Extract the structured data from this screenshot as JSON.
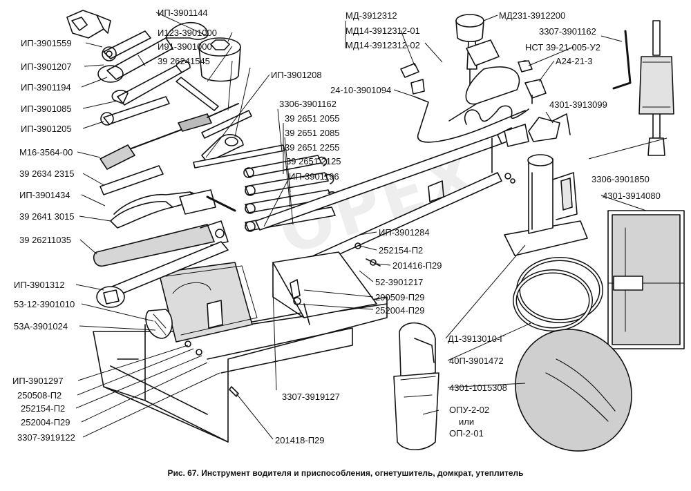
{
  "caption": "Рис. 67. Инструмент водителя и приспособления, огнетушитель, домкрат, утеплитель",
  "watermark": "OPEX",
  "labels": {
    "ip3901559": "ИП-3901559",
    "ip3901207": "ИП-3901207",
    "ip3901194": "ИП-3901194",
    "ip3901085": "ИП-3901085",
    "ip3901205": "ИП-3901205",
    "m16": "М16-3564-00",
    "p392634": "39 2634 2315",
    "ip3901434": "ИП-3901434",
    "p392641": "39 2641 3015",
    "p392621": "39 26211035",
    "ip3901312": "ИП-3901312",
    "p5312": "53-12-3901010",
    "p53a": "53А-3901024",
    "ip3901297": "ИП-3901297",
    "p250508": "250508-П2",
    "p252154a": "252154-П2",
    "p252004a": "252004-П29",
    "p3307122": "3307-3919122",
    "ip3901144": "ИП-3901144",
    "i123": "И123-3901000",
    "i91": "И91-3901000",
    "p3926241": "39 26241545",
    "ip3901208": "ИП-3901208",
    "p3306162": "3306-3901162",
    "p39265055": "39 2651 2055",
    "p39265085": "39 2651 2085",
    "p39265255": "39 2651 2255",
    "p39265125": "39 2651 2125",
    "ip3901196": "ИП-3901196",
    "md3912312": "МД-3912312",
    "md14a": "МД14-3912312-01",
    "md14b": "МД14-3912312-02",
    "p2410": "24-10-3901094",
    "md231": "МД231-3912200",
    "p3307162": "3307-3901162",
    "nst": "НСТ 39-21-005-У2",
    "a24": "А24-21-3",
    "p4301099": "4301-3913099",
    "p3306850": "3306-3901850",
    "p4301080": "4301-3914080",
    "ip3901284": "ИП-3901284",
    "p252154b": "252154-П2",
    "p201416": "201416-П29",
    "p523901217": "52-3901217",
    "p290509": "290509-П29",
    "p252004b": "252004-П29",
    "d1": "Д1-3913010-Г",
    "p40p": "40П-3901472",
    "p4301308": "4301-1015308",
    "opu": "ОПУ-2-02",
    "ili": "или",
    "op": "ОП-2-01",
    "p3307127": "3307-3919127",
    "p201418": "201418-П29"
  }
}
